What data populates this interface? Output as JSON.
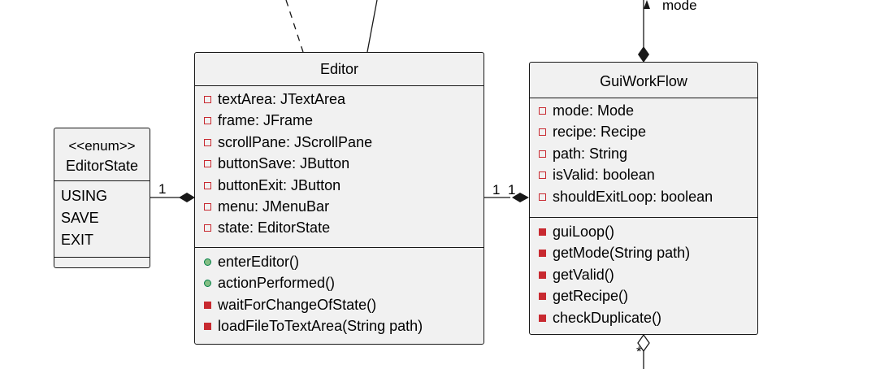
{
  "colors": {
    "class_fill": "#f1f1f1",
    "border": "#181818",
    "private_marker": "#c82930",
    "public_marker": "#84be84"
  },
  "enum_box": {
    "stereotype": "<<enum>>",
    "name": "EditorState",
    "values": [
      "USING",
      "SAVE",
      "EXIT"
    ]
  },
  "editor_class": {
    "name": "Editor",
    "fields": [
      {
        "visibility": "private",
        "text": "textArea: JTextArea"
      },
      {
        "visibility": "private",
        "text": "frame: JFrame"
      },
      {
        "visibility": "private",
        "text": "scrollPane: JScrollPane"
      },
      {
        "visibility": "private",
        "text": "buttonSave: JButton"
      },
      {
        "visibility": "private",
        "text": "buttonExit: JButton"
      },
      {
        "visibility": "private",
        "text": "menu: JMenuBar"
      },
      {
        "visibility": "private",
        "text": "state: EditorState"
      }
    ],
    "methods": [
      {
        "visibility": "public",
        "text": "enterEditor()"
      },
      {
        "visibility": "public",
        "text": "actionPerformed()"
      },
      {
        "visibility": "private",
        "text": "waitForChangeOfState()"
      },
      {
        "visibility": "private",
        "text": "loadFileToTextArea(String path)"
      }
    ]
  },
  "guiworkflow_class": {
    "name": "GuiWorkFlow",
    "fields": [
      {
        "visibility": "private",
        "text": "mode: Mode"
      },
      {
        "visibility": "private",
        "text": "recipe: Recipe"
      },
      {
        "visibility": "private",
        "text": "path: String"
      },
      {
        "visibility": "private",
        "text": "isValid: boolean"
      },
      {
        "visibility": "private",
        "text": "shouldExitLoop: boolean"
      }
    ],
    "methods": [
      {
        "visibility": "private",
        "text": "guiLoop()"
      },
      {
        "visibility": "private",
        "text": "getMode(String path)"
      },
      {
        "visibility": "private",
        "text": "getValid()"
      },
      {
        "visibility": "private",
        "text": "getRecipe()"
      },
      {
        "visibility": "private",
        "text": "checkDuplicate()"
      }
    ]
  },
  "associations": {
    "enum_editor_multiplicity": "1",
    "editor_gui_left_multiplicity": "1",
    "editor_gui_right_multiplicity": "1",
    "mode_role_label": "mode",
    "bottom_multiplicity": "*"
  }
}
